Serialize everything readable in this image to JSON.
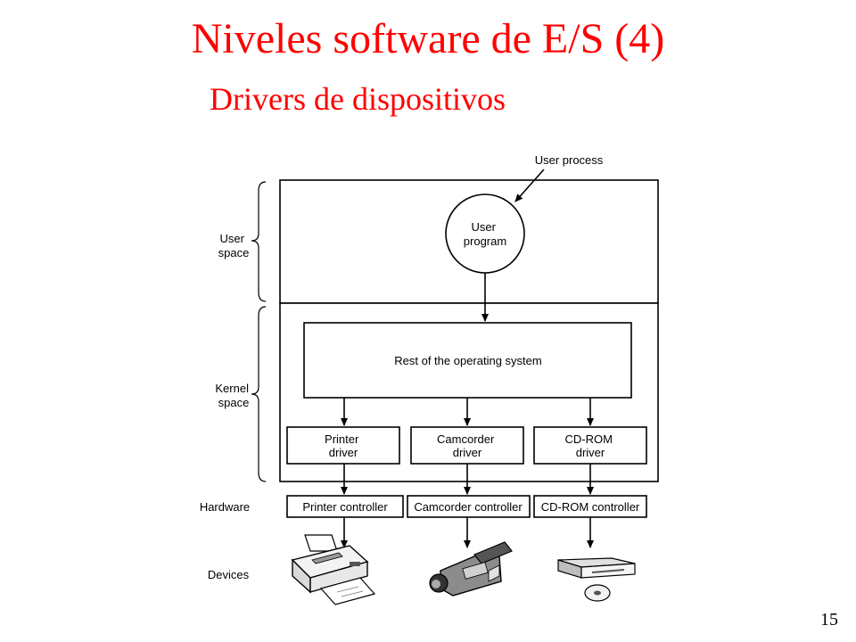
{
  "slide": {
    "title": "Niveles software de E/S (4)",
    "subtitle": "Drivers de dispositivos",
    "page_number": "15",
    "accent_color": "#ff0000"
  },
  "diagram": {
    "user_process_label": "User process",
    "user_program_lines": [
      "User",
      "program"
    ],
    "os_label": "Rest of the operating system",
    "levels": {
      "user_space": [
        "User",
        "space"
      ],
      "kernel_space": [
        "Kernel",
        "space"
      ],
      "hardware": "Hardware",
      "devices": "Devices"
    },
    "drivers": [
      {
        "lines": [
          "Printer",
          "driver"
        ]
      },
      {
        "lines": [
          "Camcorder",
          "driver"
        ]
      },
      {
        "lines": [
          "CD-ROM",
          "driver"
        ]
      }
    ],
    "controllers": [
      "Printer controller",
      "Camcorder controller",
      "CD-ROM controller"
    ],
    "devices": [
      "printer-icon",
      "camcorder-icon",
      "cd-rom-drive-icon"
    ]
  }
}
